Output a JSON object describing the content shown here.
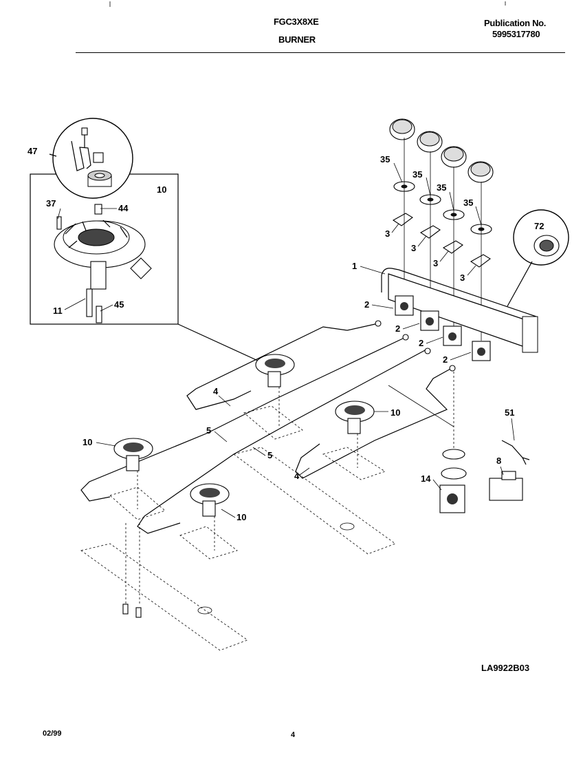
{
  "header": {
    "model": "FGC3X8XE",
    "section": "BURNER",
    "publication_label": "Publication No.",
    "publication_number": "5995317780"
  },
  "diagram": {
    "drawing_id": "LA9922B03",
    "callouts": {
      "c47": "47",
      "c10_inset": "10",
      "c37": "37",
      "c44": "44",
      "c11": "11",
      "c45": "45",
      "c35a": "35",
      "c35b": "35",
      "c35c": "35",
      "c35d": "35",
      "c3a": "3",
      "c3b": "3",
      "c3c": "3",
      "c3d": "3",
      "c72": "72",
      "c1": "1",
      "c2a": "2",
      "c2b": "2",
      "c2c": "2",
      "c2d": "2",
      "c4a": "4",
      "c4b": "4",
      "c5a": "5",
      "c5b": "5",
      "c10a": "10",
      "c10b": "10",
      "c10c": "10",
      "c51": "51",
      "c8": "8",
      "c14": "14"
    }
  },
  "footer": {
    "date": "02/99",
    "page": "4"
  }
}
